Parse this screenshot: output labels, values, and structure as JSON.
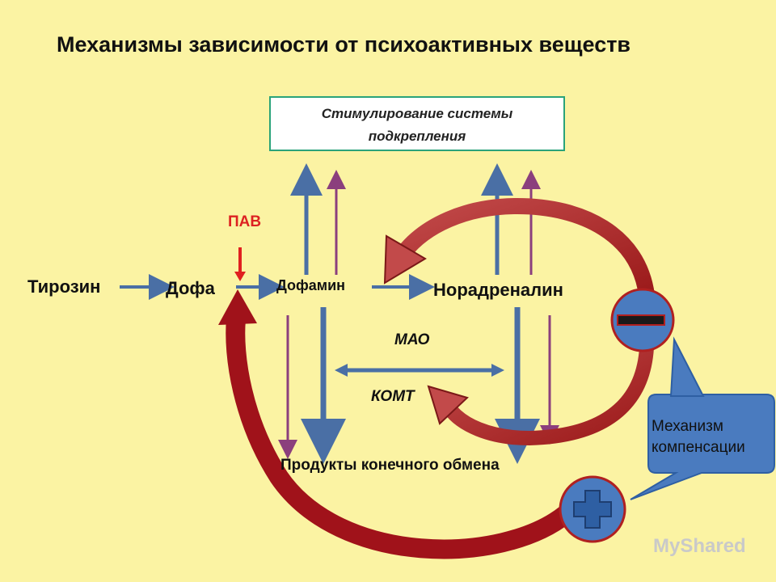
{
  "title": "Механизмы зависимости от  психоактивных веществ",
  "stimulation_box": {
    "line1": "Стимулирование системы",
    "line2": "подкрепления"
  },
  "pav_label": "ПАВ",
  "nodes": {
    "tyrosine": "Тирозин",
    "dofa": "Дофа",
    "dopamine": "Дофамин",
    "noradrenaline": "Норадреналин"
  },
  "enzymes": {
    "mao": "МАО",
    "comt": "КОМТ"
  },
  "products_label": "Продукты конечного обмена",
  "callout": {
    "line1": "Механизм",
    "line2": "компенсации"
  },
  "signs": {
    "minus": "minus-sign",
    "plus": "plus-sign"
  },
  "watermark": "MyShared",
  "colors": {
    "background": "#fbf3a3",
    "blue_arrow": "#4a6fa5",
    "purple_arrow": "#8b3f7d",
    "red_arrow": "#b22222",
    "circle_fill": "#4a7bbf",
    "callout_fill": "#4a7bbf"
  }
}
